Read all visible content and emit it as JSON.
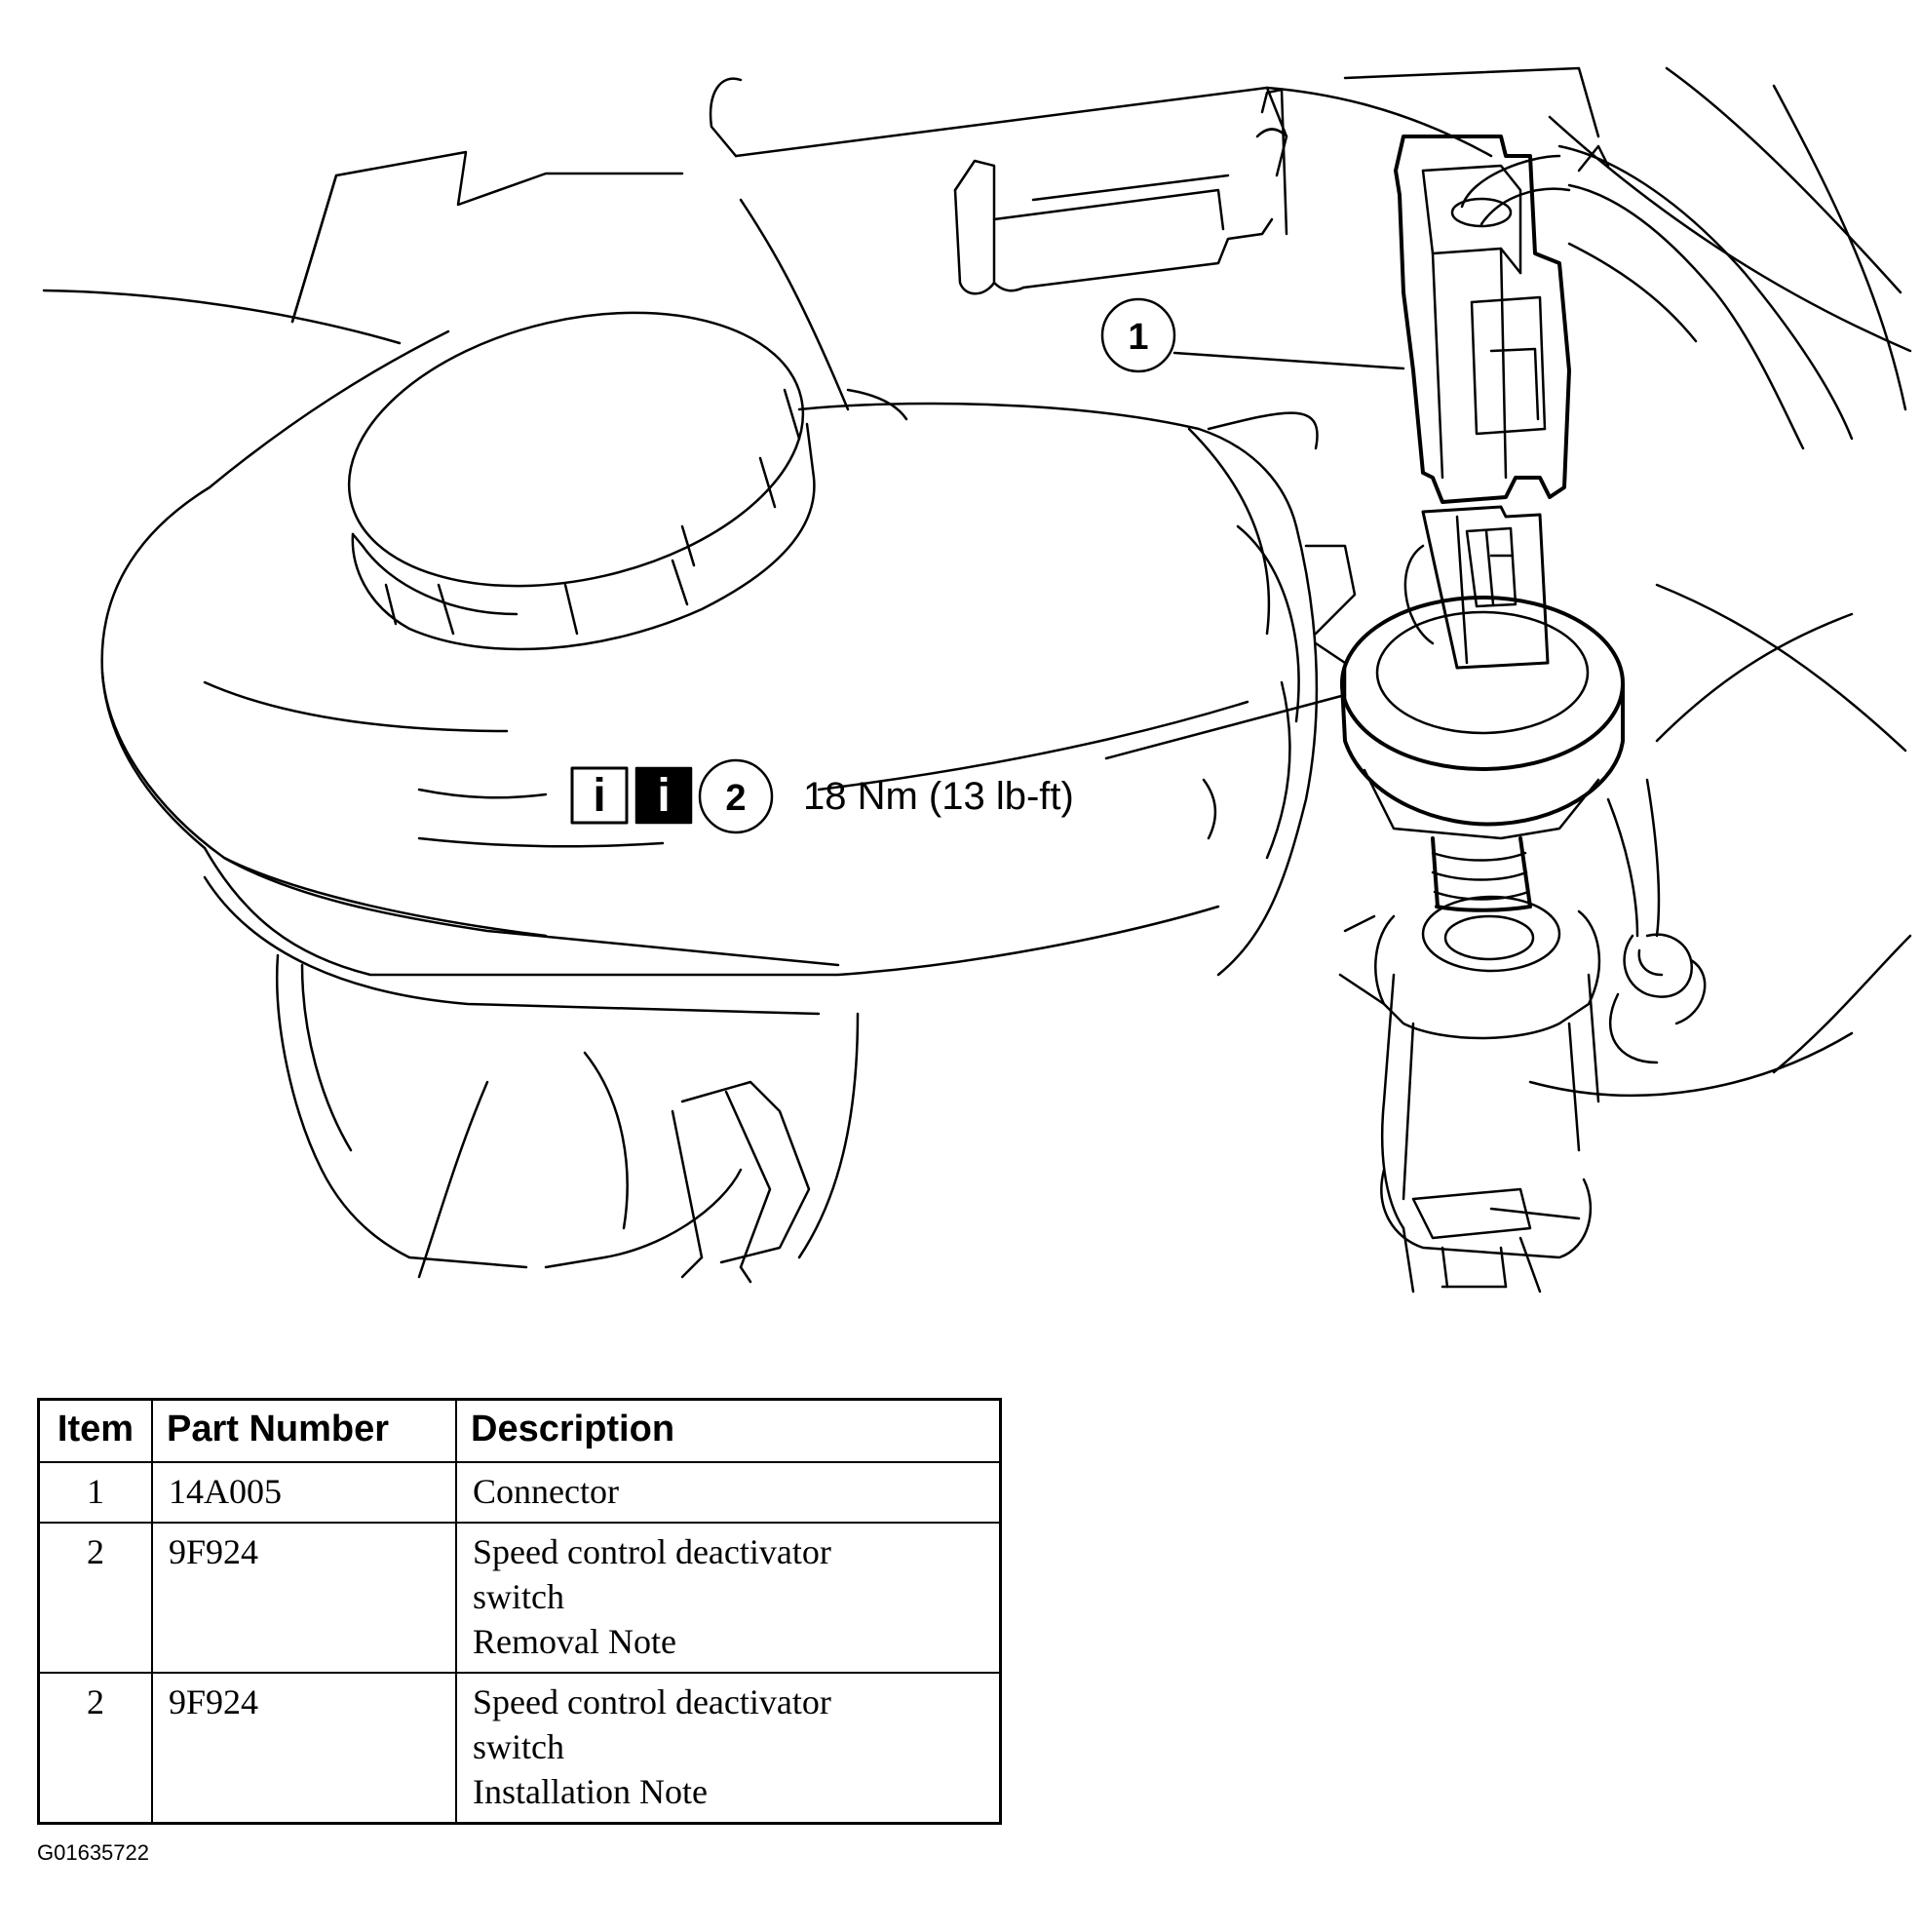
{
  "callouts": {
    "c1": "1",
    "c2": "2",
    "info_open": "i",
    "info_filled": "i",
    "torque": "18 Nm (13 lb-ft)"
  },
  "table": {
    "headers": [
      "Item",
      "Part Number",
      "Description"
    ],
    "rows": [
      {
        "item": "1",
        "part": "14A005",
        "desc": [
          "Connector"
        ]
      },
      {
        "item": "2",
        "part": "9F924",
        "desc": [
          "Speed control deactivator",
          "switch",
          "Removal Note"
        ]
      },
      {
        "item": "2",
        "part": "9F924",
        "desc": [
          "Speed control deactivator",
          "switch",
          "Installation Note"
        ]
      }
    ]
  },
  "figure_code": "G01635722"
}
